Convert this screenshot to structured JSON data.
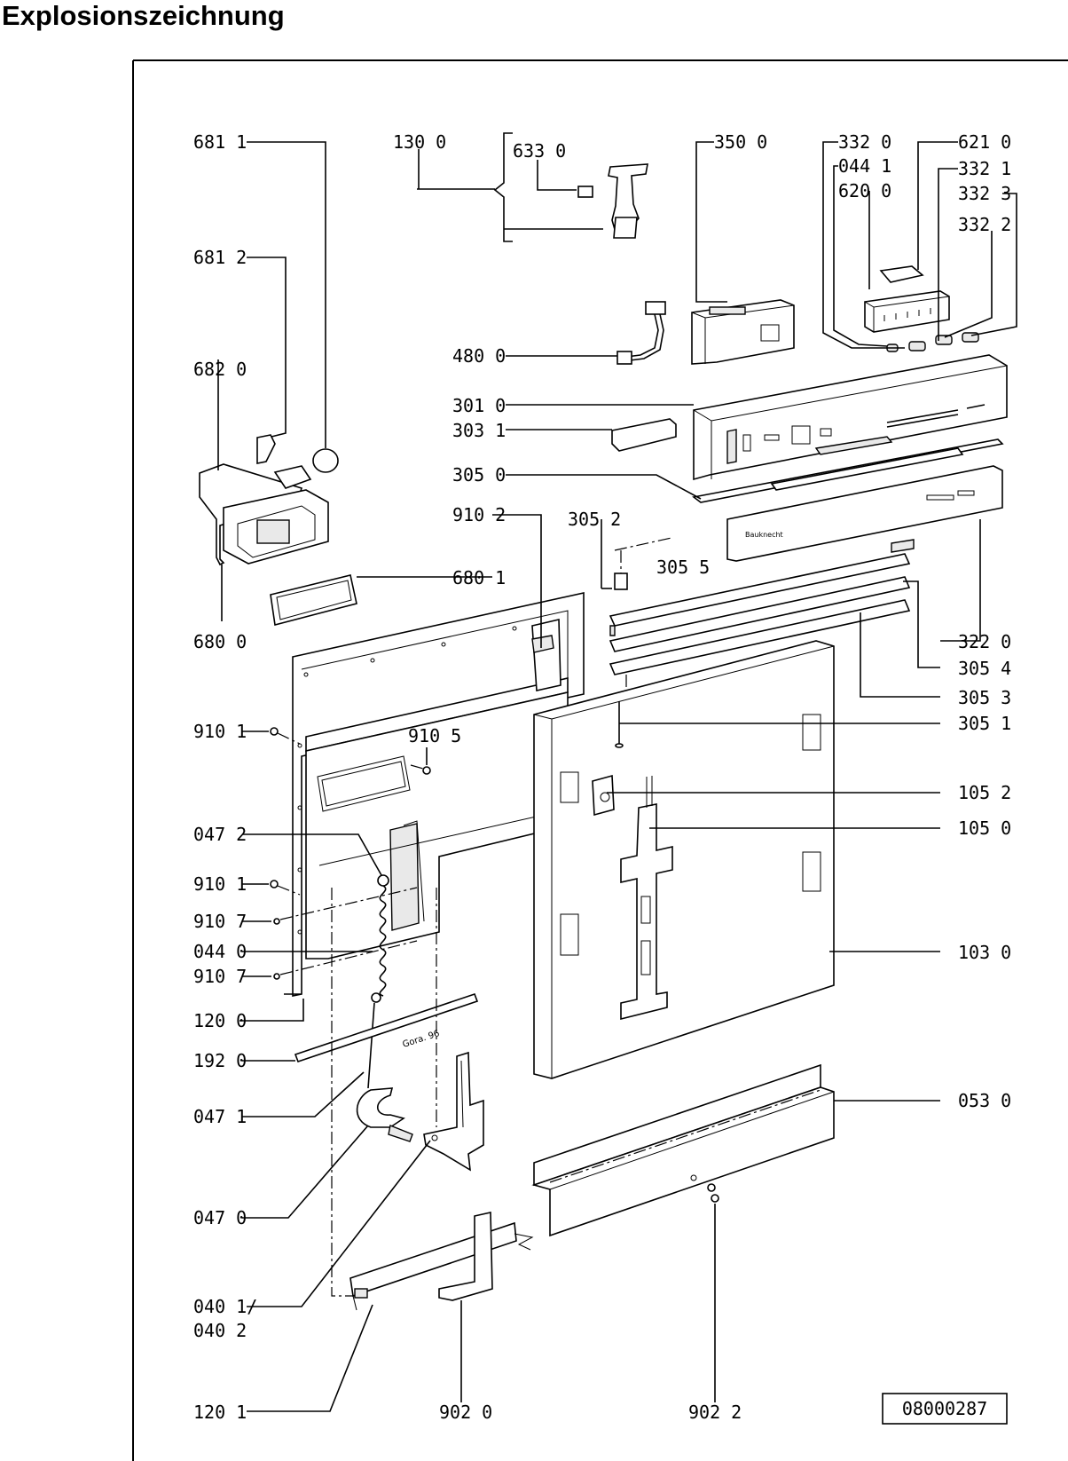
{
  "title": "Explosionszeichnung",
  "doc_number": "08000287",
  "brand_text": "Bauknecht",
  "callouts": [
    {
      "id": "681-1",
      "text": "681 1"
    },
    {
      "id": "130-0",
      "text": "130 0"
    },
    {
      "id": "633-0",
      "text": "633 0"
    },
    {
      "id": "350-0",
      "text": "350 0"
    },
    {
      "id": "332-0",
      "text": "332 0"
    },
    {
      "id": "621-0",
      "text": "621 0"
    },
    {
      "id": "044-1",
      "text": "044 1"
    },
    {
      "id": "332-1",
      "text": "332 1"
    },
    {
      "id": "620-0",
      "text": "620 0"
    },
    {
      "id": "332-3",
      "text": "332 3"
    },
    {
      "id": "332-2",
      "text": "332 2"
    },
    {
      "id": "681-2",
      "text": "681 2"
    },
    {
      "id": "480-0",
      "text": "480 0"
    },
    {
      "id": "682-0",
      "text": "682 0"
    },
    {
      "id": "301-0",
      "text": "301 0"
    },
    {
      "id": "303-1",
      "text": "303 1"
    },
    {
      "id": "305-0",
      "text": "305 0"
    },
    {
      "id": "910-2",
      "text": "910 2"
    },
    {
      "id": "305-2",
      "text": "305 2"
    },
    {
      "id": "305-5",
      "text": "305 5"
    },
    {
      "id": "680-1",
      "text": "680 1"
    },
    {
      "id": "680-0",
      "text": "680 0"
    },
    {
      "id": "322-0",
      "text": "322 0"
    },
    {
      "id": "305-4",
      "text": "305 4"
    },
    {
      "id": "305-3",
      "text": "305 3"
    },
    {
      "id": "910-1a",
      "text": "910 1"
    },
    {
      "id": "305-1",
      "text": "305 1"
    },
    {
      "id": "910-5",
      "text": "910 5"
    },
    {
      "id": "105-2",
      "text": "105 2"
    },
    {
      "id": "047-2",
      "text": "047 2"
    },
    {
      "id": "105-0",
      "text": "105 0"
    },
    {
      "id": "910-1b",
      "text": "910 1"
    },
    {
      "id": "910-7a",
      "text": "910 7"
    },
    {
      "id": "044-0",
      "text": "044 0"
    },
    {
      "id": "103-0",
      "text": "103 0"
    },
    {
      "id": "910-7b",
      "text": "910 7"
    },
    {
      "id": "120-0",
      "text": "120 0"
    },
    {
      "id": "192-0",
      "text": "192 0"
    },
    {
      "id": "053-0",
      "text": "053 0"
    },
    {
      "id": "047-1",
      "text": "047 1"
    },
    {
      "id": "047-0",
      "text": "047 0"
    },
    {
      "id": "040-1",
      "text": "040 1/"
    },
    {
      "id": "040-2",
      "text": "040 2"
    },
    {
      "id": "120-1",
      "text": "120 1"
    },
    {
      "id": "902-0",
      "text": "902 0"
    },
    {
      "id": "902-2",
      "text": "902 2"
    }
  ],
  "stamp_text": "Gora. 96"
}
